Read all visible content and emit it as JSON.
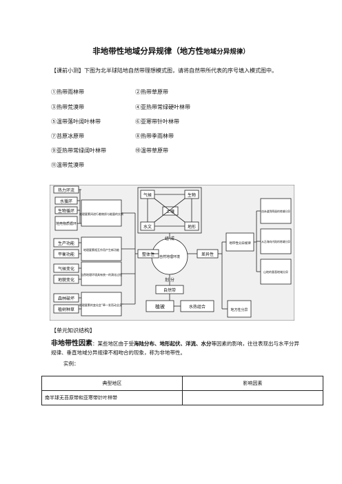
{
  "title": {
    "main": "非地带性地域分异规律（地方性",
    "small": "地域分异规律）"
  },
  "intro": {
    "label": "【课前小测】",
    "text": "下图为北半球陆地自然带理想模式图，请将自然带所代表的序号填入模式图中。"
  },
  "options": [
    "①热带雨林带",
    "②热带草原带",
    "③热带荒漠带",
    "④亚热带常绿硬叶林带",
    "⑤温带落叶阔叶林带",
    "⑥亚寒带针叶林带",
    "⑦苔原冰原带",
    "⑧热带季雨林带",
    "⑨亚热带常绿阔叶林带",
    "⑩温带草原带",
    "⑪温带荒漠带"
  ],
  "diagram": {
    "left_top": [
      "热力环流",
      "水循环",
      "生物循环",
      "地壳物质循环"
    ],
    "left_top_desc": "地理要素间进行着物质与能量的交换",
    "left_mid": [
      "生产功能",
      "平衡功能"
    ],
    "left_mid_desc": "地理要素相互作用产生新功能",
    "left_low": [
      "气候变化",
      "地貌变化"
    ],
    "left_low_desc": "自然地理环境具有统一的演化过程",
    "left_bottom": [
      "森林破坏",
      "植树种草"
    ],
    "left_bottom_desc": "地理要素的变化会“牵一发而动全身”",
    "top_elements": [
      "气候",
      "生物",
      "土壤",
      "水文",
      "地形"
    ],
    "center": "自然地理环境",
    "zu_cheng": "组  成",
    "hua_fen": "划  分",
    "zhengti": "整体性",
    "chayi": "差异性",
    "zirandai": "自然带",
    "zhibei": "植被",
    "shuire": "水热组合",
    "didaixing": "地带性分异规律",
    "difangxing": "地方性分异",
    "right": [
      "由赤道到两极的地域分异",
      "从沿海向内陆的地域分异",
      "山地的垂直地域分异"
    ]
  },
  "section_label": "【单元知识结构】",
  "para": {
    "head": "非地带性因素",
    "text1": "：某些地区由于受",
    "bold": "海陆分布、地形起伏、洋流、水分",
    "text2": "等因素的影响，往往表现出与水平分异规律、垂直地域分异规律不相吻合的现象，称为非地带性。"
  },
  "example_label": "实例：",
  "table": {
    "headers": [
      "典型地区",
      "影响因素"
    ],
    "rows": [
      [
        "南半球无苔原带和亚寒带针叶林带",
        ""
      ]
    ]
  }
}
